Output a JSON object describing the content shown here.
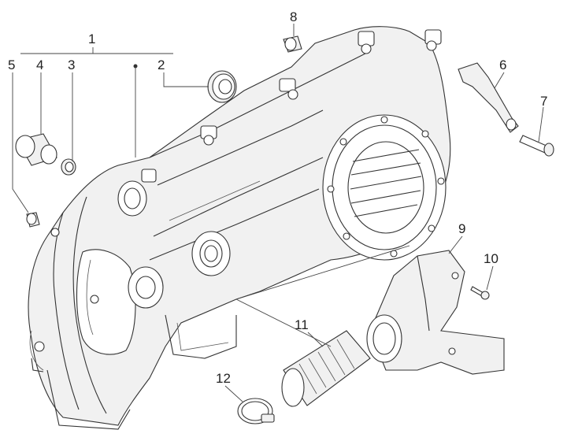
{
  "callouts": {
    "c1": "1",
    "c2": "2",
    "c3": "3",
    "c4": "4",
    "c5": "5",
    "c6": "6",
    "c7": "7",
    "c8": "8",
    "c9": "9",
    "c10": "10",
    "c11": "11",
    "c12": "12"
  },
  "colors": {
    "line": "#333333",
    "background": "#ffffff",
    "fill": "#f1f1f1"
  }
}
